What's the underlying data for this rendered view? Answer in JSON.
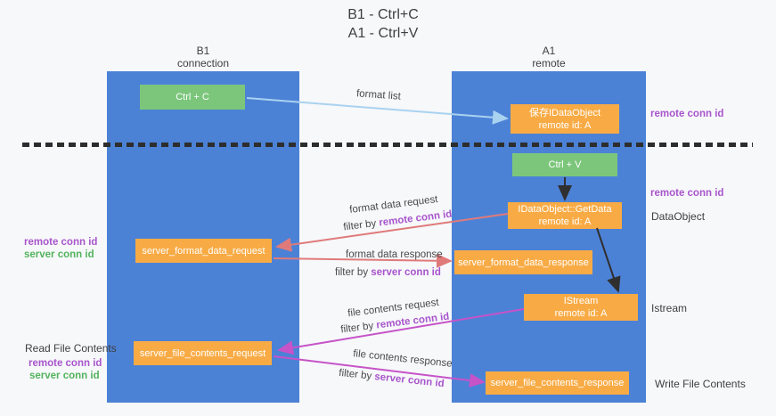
{
  "title": {
    "line1": "B1 - Ctrl+C",
    "line2": "A1 - Ctrl+V"
  },
  "columns": {
    "b1": {
      "name": "B1",
      "subtitle": "connection"
    },
    "a1": {
      "name": "A1",
      "subtitle": "remote"
    }
  },
  "nodes": {
    "ctrl_c": {
      "label": "Ctrl + C"
    },
    "ctrl_v": {
      "label": "Ctrl + V"
    },
    "save_idataobject": {
      "line1": "保存IDataObject",
      "line2": "remote id: A"
    },
    "idataobject_getdata": {
      "line1": "IDataObject::GetData",
      "line2": "remote id: A"
    },
    "istream": {
      "line1": "IStream",
      "line2": "remote id: A"
    },
    "server_format_data_request": {
      "label": "server_format_data_request"
    },
    "server_format_data_response": {
      "label": "server_format_data_response"
    },
    "server_file_contents_request": {
      "label": "server_file_contents_request"
    },
    "server_file_contents_response": {
      "label": "server_file_contents_response"
    }
  },
  "edge_labels": {
    "format_list": "format list",
    "format_data_request": "format data request",
    "format_data_response": "format data response",
    "file_contents_request": "file contents request",
    "file_contents_response": "file contents response",
    "filter_by": "filter by ",
    "remote_conn_id": "remote conn id",
    "server_conn_id": "server conn id"
  },
  "side_labels": {
    "remote_conn_id_top_right": "remote conn id",
    "remote_conn_id_mid_right": "remote conn id",
    "data_object": "DataObject",
    "istream": "Istream",
    "write_file_contents": "Write File Contents",
    "read_file_contents": "Read File Contents",
    "remote_conn_id_left_1": "remote conn id",
    "server_conn_id_left_1": "server conn id",
    "remote_conn_id_left_2": "remote conn id",
    "server_conn_id_left_2": "server conn id"
  },
  "colors": {
    "column_blue": "#4c82d6",
    "node_orange": "#f8ab45",
    "node_green": "#7cc67c",
    "arrow_light_blue": "#a9d2f0",
    "arrow_red": "#e07a7a",
    "arrow_magenta": "#c653c8",
    "arrow_black": "#2f2f2f",
    "text_purple": "#a855cc",
    "text_green": "#53b35d",
    "text_dark": "#3f3f3f"
  }
}
